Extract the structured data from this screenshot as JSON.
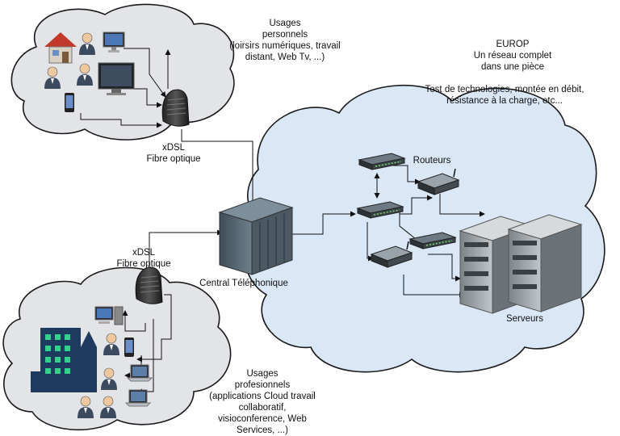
{
  "labels": {
    "usages_personal": [
      "Usages",
      "personnels",
      "(loirsirs numériques, travail",
      "distant, Web Tv, ...)"
    ],
    "europ": [
      "EUROP",
      "Un réseau complet",
      "dans une pièce"
    ],
    "tests": [
      "Test de technologies, montée en débit,",
      "résistance à la charge, etc..."
    ],
    "xdsl_top": [
      "xDSL",
      "Fibre optique"
    ],
    "xdsl_bottom": [
      "xDSL",
      "Fibre optique"
    ],
    "routers": "Routeurs",
    "central": "Central Téléphonique",
    "servers": "Serveurs",
    "usages_pro": [
      "Usages",
      "profesionnels",
      "(applications Cloud travail",
      "collaboratif,",
      "visioconference, Web",
      "Services, ...)"
    ]
  },
  "colors": {
    "cloud_grey_fill": "#e2e4e8",
    "cloud_blue_fill": "#d9e7f6",
    "cloud_stroke": "#1a1a1a",
    "building": "#1e3a5f",
    "building_window": "#33d08e",
    "rack": "#5d6f7b",
    "server": "#9aa0a6"
  },
  "icons": [
    "house-icon",
    "user-icon",
    "monitor-icon",
    "desktop-computer-icon",
    "laptop-icon",
    "smartphone-icon",
    "modem-icon",
    "switch-icon",
    "router-icon",
    "server-rack-icon",
    "telephone-central-icon",
    "office-building-icon"
  ]
}
